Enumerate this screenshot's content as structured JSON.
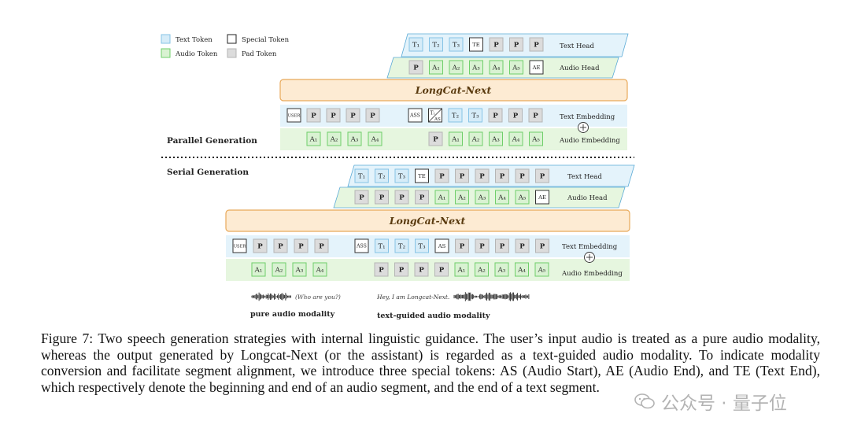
{
  "legend": {
    "text_token": "Text Token",
    "special_token": "Special Token",
    "audio_token": "Audio Token",
    "pad_token": "Pad Token"
  },
  "colors": {
    "text_token": "#d6ecf8",
    "text_token_border": "#86c3e6",
    "audio_token": "#d9f2d2",
    "audio_token_border": "#6fcf6a",
    "special_token": "#ffffff",
    "special_token_border": "#333333",
    "pad_token": "#dcdcdc",
    "pad_token_border": "#b5b5b5",
    "model_fill": "#fdebd3",
    "model_border": "#e8a95a",
    "text_band": "#e4f3fb",
    "audio_band": "#e6f6df"
  },
  "model_name": "LongCat-Next",
  "parallel": {
    "title": "Parallel Generation",
    "text_head": {
      "label": "Text Head",
      "tokens": [
        "T1",
        "T2",
        "T3",
        "TE",
        "P",
        "P",
        "P"
      ]
    },
    "audio_head": {
      "label": "Audio Head",
      "tokens": [
        "P",
        "A1",
        "A2",
        "A3",
        "A4",
        "A5",
        "AE"
      ]
    },
    "text_embedding": {
      "label": "Text Embedding",
      "user_tokens": [
        "USER",
        "P",
        "P",
        "P",
        "P"
      ],
      "assistant_tokens": [
        "ASS",
        "T1/AS",
        "T2",
        "T3",
        "P",
        "P",
        "P"
      ]
    },
    "audio_embedding": {
      "label": "Audio Embedding",
      "user_tokens": [
        "A1",
        "A2",
        "A3",
        "A4"
      ],
      "assistant_tokens": [
        "P",
        "A1",
        "A2",
        "A3",
        "A4",
        "A5"
      ]
    }
  },
  "serial": {
    "title": "Serial Generation",
    "text_head": {
      "label": "Text Head",
      "tokens": [
        "T1",
        "T2",
        "T3",
        "TE",
        "P",
        "P",
        "P",
        "P",
        "P",
        "P"
      ]
    },
    "audio_head": {
      "label": "Audio Head",
      "tokens": [
        "P",
        "P",
        "P",
        "P",
        "A1",
        "A2",
        "A3",
        "A4",
        "A5",
        "AE"
      ]
    },
    "text_embedding": {
      "label": "Text Embedding",
      "user_tokens": [
        "USER",
        "P",
        "P",
        "P",
        "P"
      ],
      "assistant_tokens": [
        "ASS",
        "T1",
        "T2",
        "T3",
        "AS",
        "P",
        "P",
        "P",
        "P",
        "P"
      ]
    },
    "audio_embedding": {
      "label": "Audio Embedding",
      "user_tokens": [
        "A1",
        "A2",
        "A3",
        "A4"
      ],
      "assistant_tokens": [
        "P",
        "P",
        "P",
        "P",
        "A1",
        "A2",
        "A3",
        "A4",
        "A5"
      ]
    }
  },
  "modalities": {
    "user_quote": "(Who are you?)",
    "user_label": "pure audio modality",
    "assistant_quote": "Hey, I am Longcat-Next.",
    "assistant_label": "text-guided audio modality"
  },
  "caption": "Figure 7: Two speech generation strategies with internal linguistic guidance. The user’s input audio is treated as a pure audio modality, whereas the output generated by Longcat-Next (or the assistant) is regarded as a text-guided audio modality. To indicate modality conversion and facilitate segment alignment, we introduce three special tokens: AS (Audio Start), AE (Audio End), and TE (Text End), which respectively denote the beginning and end of an audio segment, and the end of a text segment.",
  "watermark": {
    "icon": "wechat-logo-icon",
    "text": "公众号 · 量子位"
  }
}
